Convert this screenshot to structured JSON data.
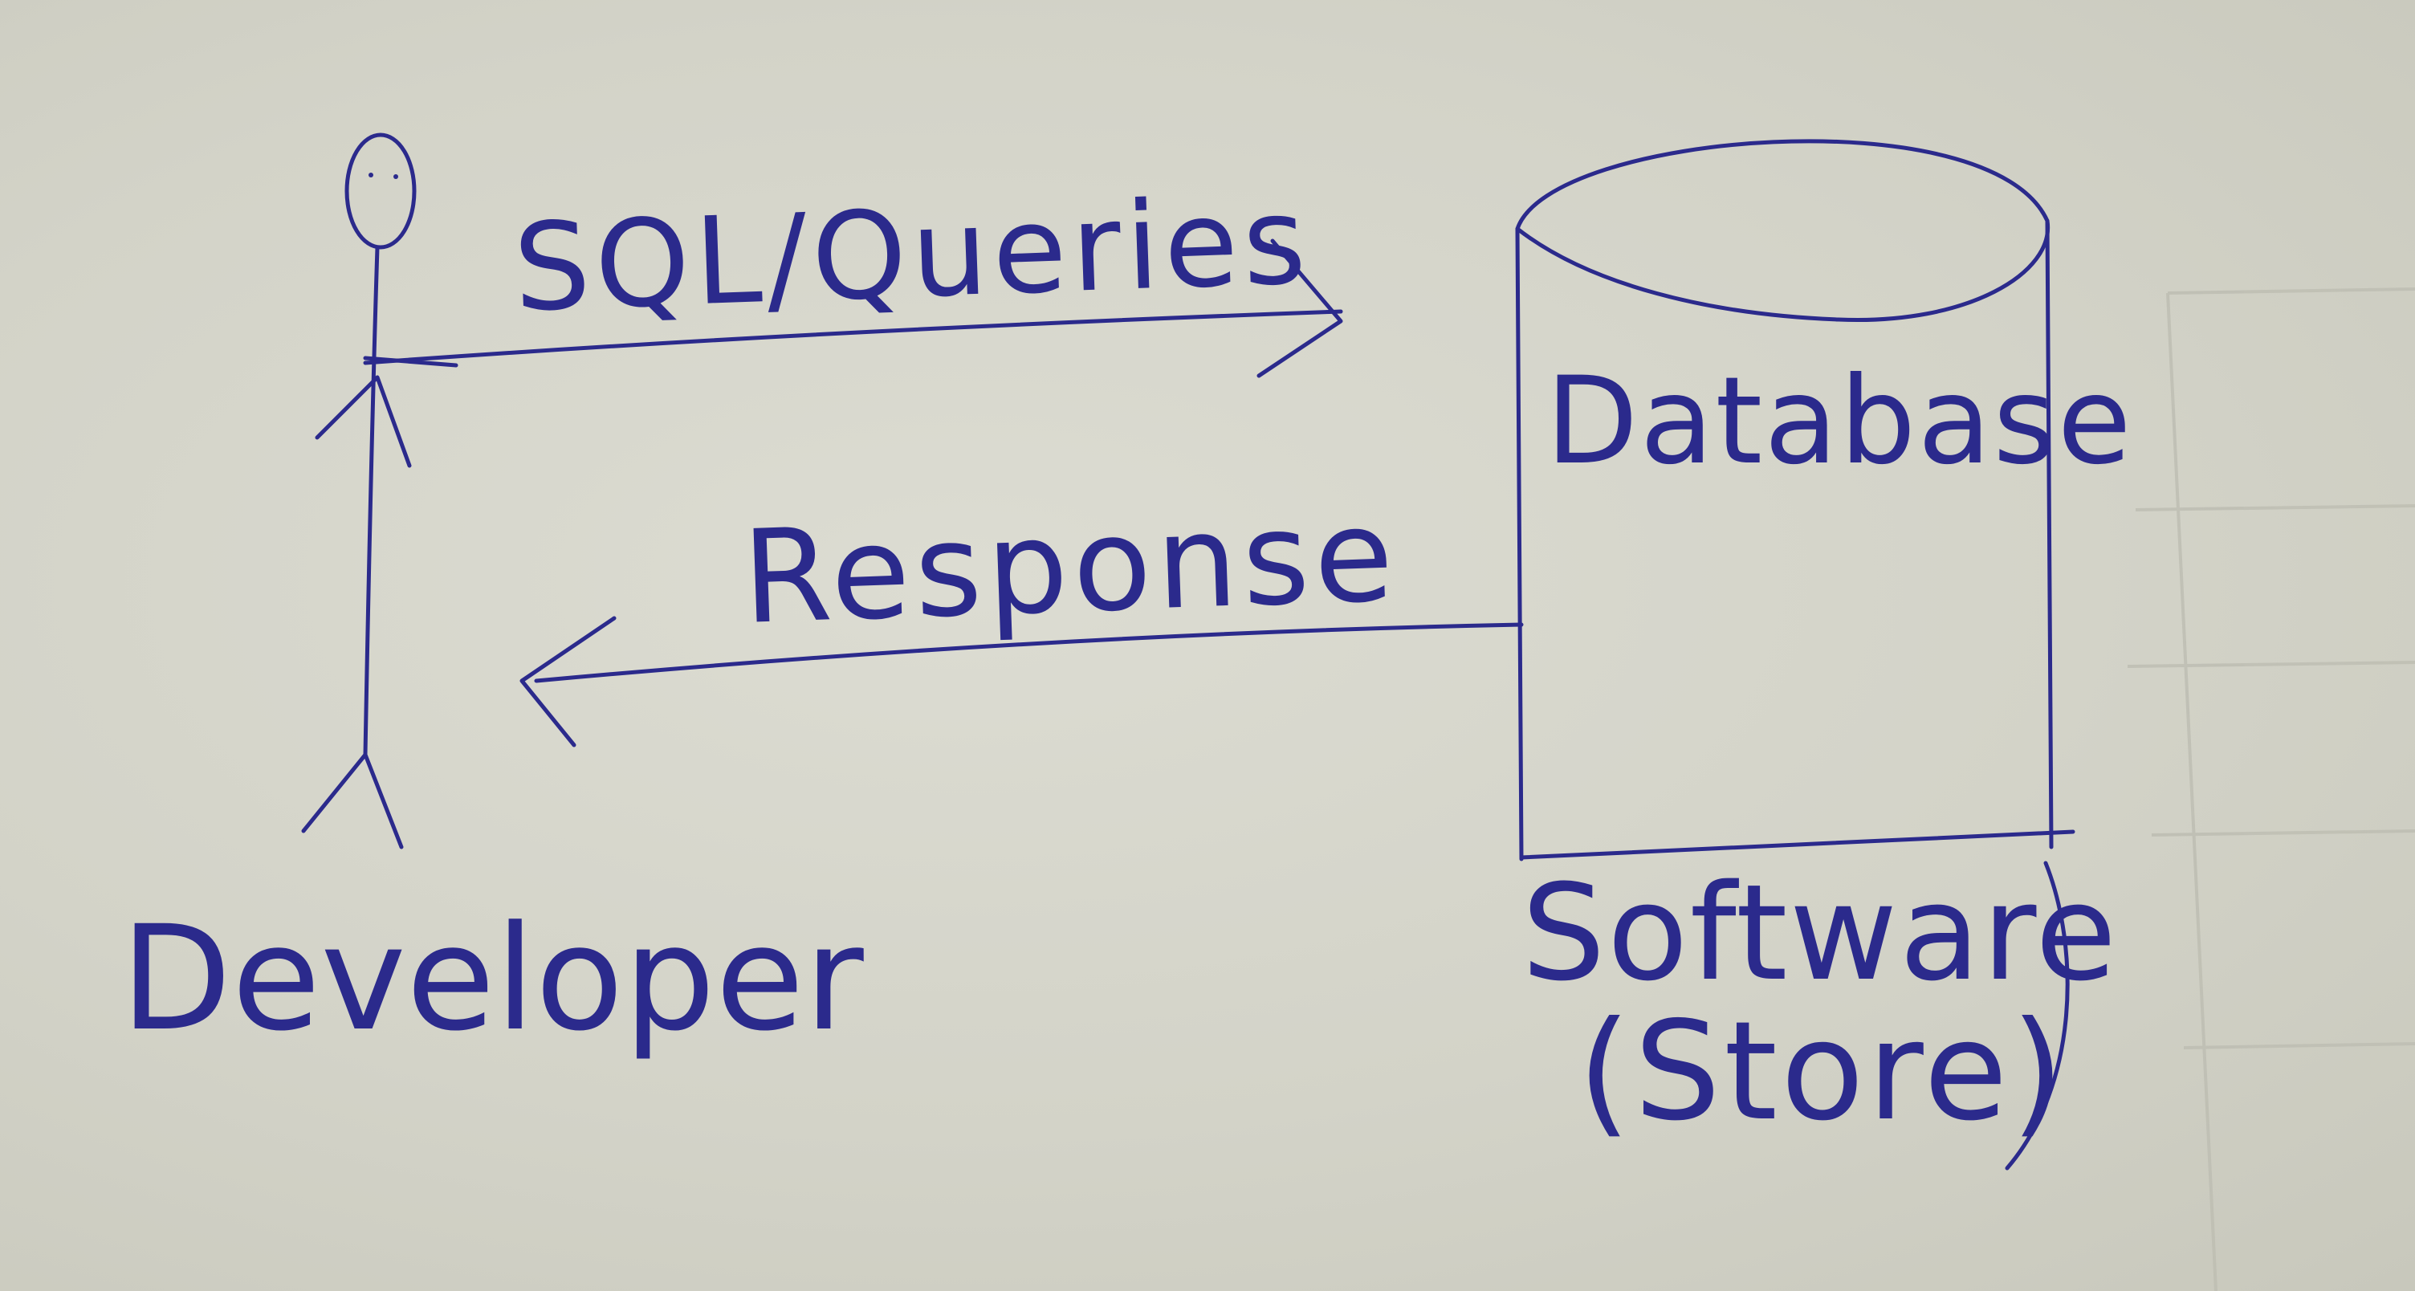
{
  "diagram": {
    "ink_color": "#2b2a8c",
    "paper_color": "#d6d6cc",
    "actor": {
      "label": "Developer",
      "icon": "stick-figure-icon"
    },
    "store": {
      "label": "Database",
      "icon": "cylinder-icon",
      "caption_line1": "Software",
      "caption_line2": "(Store)"
    },
    "edges": [
      {
        "label": "SQL/Queries",
        "from": "Developer",
        "to": "Database"
      },
      {
        "label": "Response",
        "from": "Database",
        "to": "Developer"
      }
    ]
  }
}
